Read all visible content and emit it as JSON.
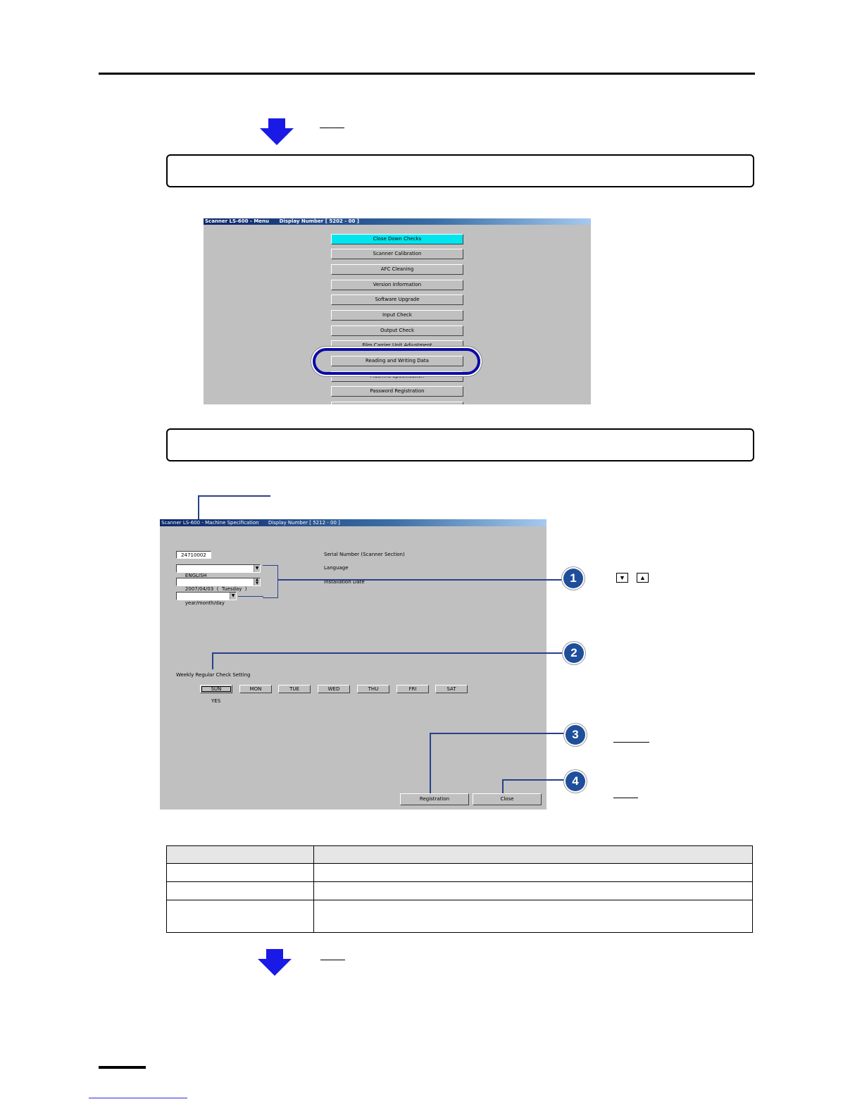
{
  "menu_screen": {
    "title": "Scanner LS-600 - Menu      Display Number [ 5202 - 00 ]",
    "buttons": [
      {
        "label": "Close Down Checks",
        "active": true
      },
      {
        "label": "Scanner Calibration"
      },
      {
        "label": "AFC Cleaning"
      },
      {
        "label": "Version Information"
      },
      {
        "label": "Software Upgrade"
      },
      {
        "label": "Input Check"
      },
      {
        "label": "Output Check"
      },
      {
        "label": "Film Carrier Unit Adjustment"
      },
      {
        "label": "Reading and Writing Data",
        "highlighted": true
      },
      {
        "label": "Machine Specification"
      },
      {
        "label": "Password Registration"
      }
    ]
  },
  "spec_screen": {
    "title": "Scanner LS-600 - Machine Specification      Display Number [ 5212 - 00 ]",
    "serial_number": "24710002",
    "serial_label": "Serial Number (Scanner Section)",
    "language_value": "ENGLISH",
    "language_label": "Language",
    "install_date_value": "2007/04/03  (  Tuesday  )",
    "install_date_label": "Installation Date",
    "date_format_value": "year/month/day",
    "weekly_label": "Weekly Regular Check Setting",
    "days": [
      "SUN",
      "MON",
      "TUE",
      "WED",
      "THU",
      "FRI",
      "SAT"
    ],
    "sun_status": "YES",
    "registration_button": "Registration",
    "close_button": "Close"
  },
  "callouts": [
    "1",
    "2",
    "3",
    "4"
  ],
  "colors": {
    "arrow": "#1a1ae6",
    "callout": "#1f4e9a",
    "active_button": "#00e5ee",
    "highlight_ring": "#0b0ba8",
    "window_bg": "#c0c0c0"
  }
}
